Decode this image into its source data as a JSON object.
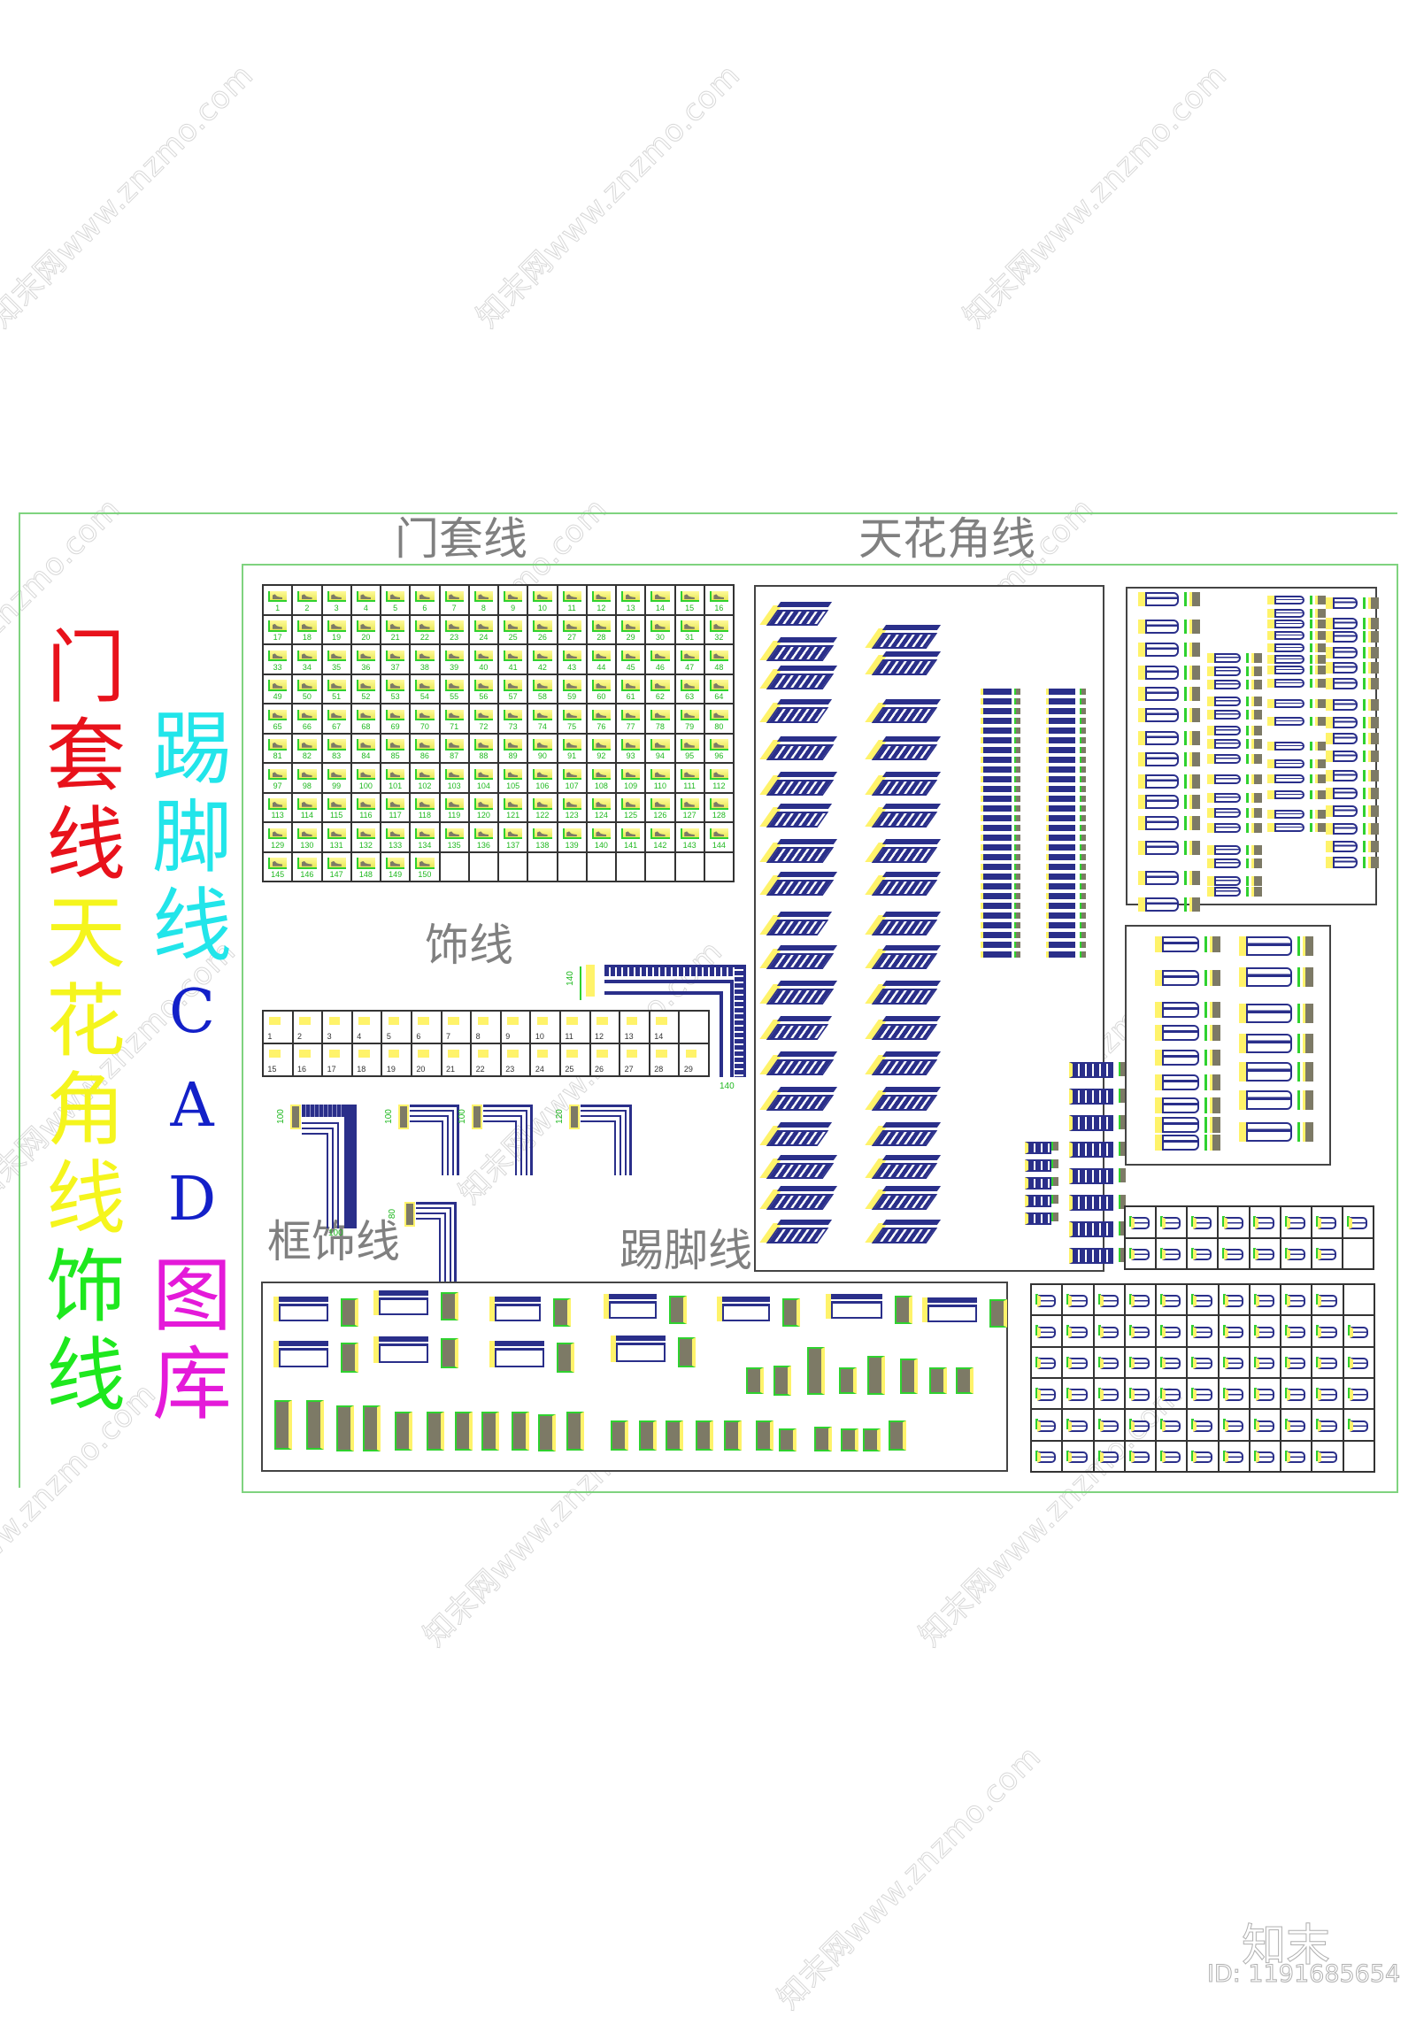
{
  "poster": {
    "left_title": {
      "chars": [
        "门",
        "套",
        "线",
        "天",
        "花",
        "角",
        "线",
        "饰",
        "线"
      ],
      "colors": [
        "#e8121b",
        "#e8121b",
        "#e8121b",
        "#f5f51d",
        "#f5f51d",
        "#f5f51d",
        "#f5f51d",
        "#1ee81e",
        "#1ee81e"
      ]
    },
    "right_title": {
      "chars": [
        "踢",
        "脚",
        "线",
        "C",
        "A",
        "D",
        "图",
        "库"
      ],
      "colors": [
        "#22e5ea",
        "#22e5ea",
        "#22e5ea",
        "#1320c8",
        "#1320c8",
        "#1320c8",
        "#e41ad9",
        "#e41ad9"
      ]
    }
  },
  "sections": {
    "door_casing": {
      "title": "门套线"
    },
    "cornice": {
      "title": "天花角线"
    },
    "decorative": {
      "title": "饰线"
    },
    "frame": {
      "title": "框饰线"
    },
    "baseboard": {
      "title": "踢脚线"
    }
  },
  "door_casing_grid": {
    "columns": 16,
    "rows": 10,
    "item_count": 150,
    "first_item": 1,
    "last_item": 150
  },
  "decorative_grid": {
    "columns": 15,
    "rows": 2,
    "row1": [
      "1",
      "2",
      "3",
      "4",
      "5",
      "6",
      "7",
      "8",
      "9",
      "10",
      "11",
      "12",
      "13",
      "14",
      ""
    ],
    "row2": [
      "15",
      "16",
      "17",
      "18",
      "19",
      "20",
      "21",
      "22",
      "23",
      "24",
      "25",
      "26",
      "27",
      "28",
      "29"
    ]
  },
  "decorative_corner": {
    "dim_vertical": "140",
    "dim_horizontal": "140"
  },
  "frame_corners": [
    {
      "dim": "100",
      "bottom_dim": "100"
    },
    {
      "dim": "100"
    },
    {
      "dim": "100"
    },
    {
      "dim": "120"
    },
    {
      "dim": "80"
    }
  ],
  "small_grid_top": {
    "columns": 8,
    "rows": 2,
    "filled": 15
  },
  "small_grid_bottom": {
    "columns": 11,
    "rows": 6,
    "filled": 63
  },
  "watermark": {
    "text": "知末网www.znzmo.com",
    "brand": "知末",
    "id_label": "ID: 1191685654"
  },
  "colors": {
    "frame_green": "#7fd37f",
    "profile_blue": "#2a2f8a",
    "profile_yellow": "#fff36a",
    "dim_green": "#2fd12f",
    "title_gray": "#808080"
  }
}
